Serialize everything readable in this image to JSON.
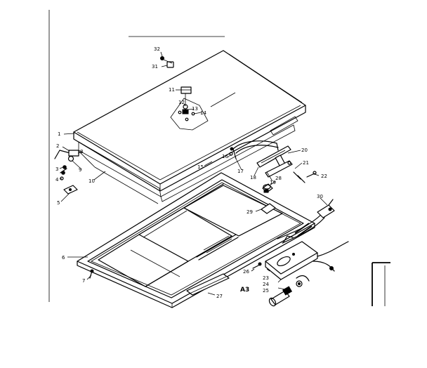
{
  "figure_id": "A3",
  "parts": [
    {
      "key": "p1",
      "number": "1"
    },
    {
      "key": "p2",
      "number": "2"
    },
    {
      "key": "p3",
      "number": "3"
    },
    {
      "key": "p4",
      "number": "4"
    },
    {
      "key": "p5",
      "number": "5"
    },
    {
      "key": "p6",
      "number": "6"
    },
    {
      "key": "p7",
      "number": "7"
    },
    {
      "key": "p8",
      "number": "8"
    },
    {
      "key": "p9",
      "number": "9"
    },
    {
      "key": "p10",
      "number": "10"
    },
    {
      "key": "p11",
      "number": "11"
    },
    {
      "key": "p12",
      "number": "12"
    },
    {
      "key": "p13",
      "number": "13"
    },
    {
      "key": "p14",
      "number": "14"
    },
    {
      "key": "p15",
      "number": "15"
    },
    {
      "key": "p16",
      "number": "16"
    },
    {
      "key": "p17",
      "number": "17"
    },
    {
      "key": "p18",
      "number": "18"
    },
    {
      "key": "p19",
      "number": "19"
    },
    {
      "key": "p20",
      "number": "20"
    },
    {
      "key": "p21",
      "number": "21"
    },
    {
      "key": "p22",
      "number": "22"
    },
    {
      "key": "p23",
      "number": "23"
    },
    {
      "key": "p24",
      "number": "24"
    },
    {
      "key": "p25",
      "number": "25"
    },
    {
      "key": "p26",
      "number": "26"
    },
    {
      "key": "p27",
      "number": "27"
    },
    {
      "key": "p28",
      "number": "28"
    },
    {
      "key": "p29",
      "number": "29"
    },
    {
      "key": "p30",
      "number": "30"
    },
    {
      "key": "p31",
      "number": "31"
    },
    {
      "key": "p32",
      "number": "32"
    }
  ]
}
